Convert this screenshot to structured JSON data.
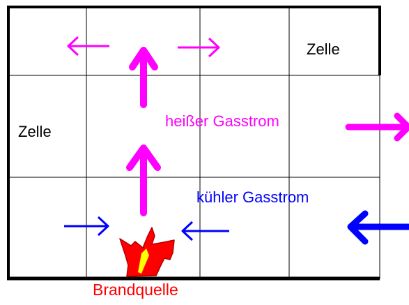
{
  "labels": {
    "cell_top_right": "Zelle",
    "cell_left": "Zelle",
    "hot_gas": "heißer Gasstrom",
    "cool_gas": "kühler Gasstrom",
    "fire_source": "Brandquelle"
  },
  "colors": {
    "hot_gas": "#ff00ff",
    "cool_gas": "#0000ff",
    "fire_source_label": "#ff0000",
    "fire_outer": "#ff0000",
    "fire_inner": "#ffff00",
    "grid_line": "#000000"
  },
  "icons": {
    "fire": "flame-icon"
  }
}
